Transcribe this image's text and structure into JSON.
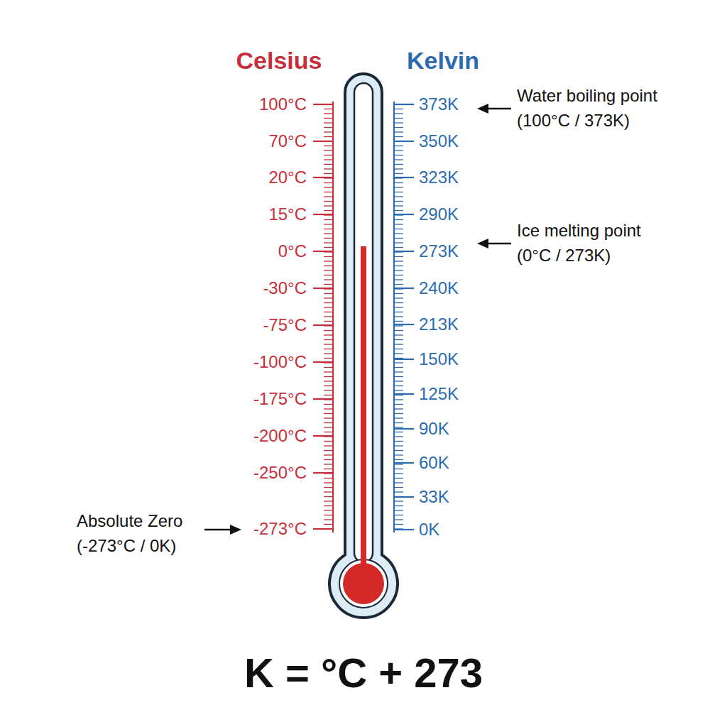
{
  "diagram": {
    "caption": "K = °C + 273",
    "labels": [
      "Celsius",
      "Kelvin",
      "100°C",
      "70°C",
      "20°C",
      "15°C",
      "0°C",
      "-30°C",
      "-75°C",
      "-100°C",
      "-175°C",
      "-200°C",
      "-250°C",
      "-273°C",
      "373K",
      "350K",
      "323K",
      "290K",
      "273K",
      "240K",
      "213K",
      "150K",
      "125K",
      "90K",
      "60K",
      "33K",
      "0K",
      "Water boiling point (100°C / 373K)",
      "Ice melting point (0°C / 273K)",
      "Absolute Zero (-273°C / 0K)"
    ]
  }
}
